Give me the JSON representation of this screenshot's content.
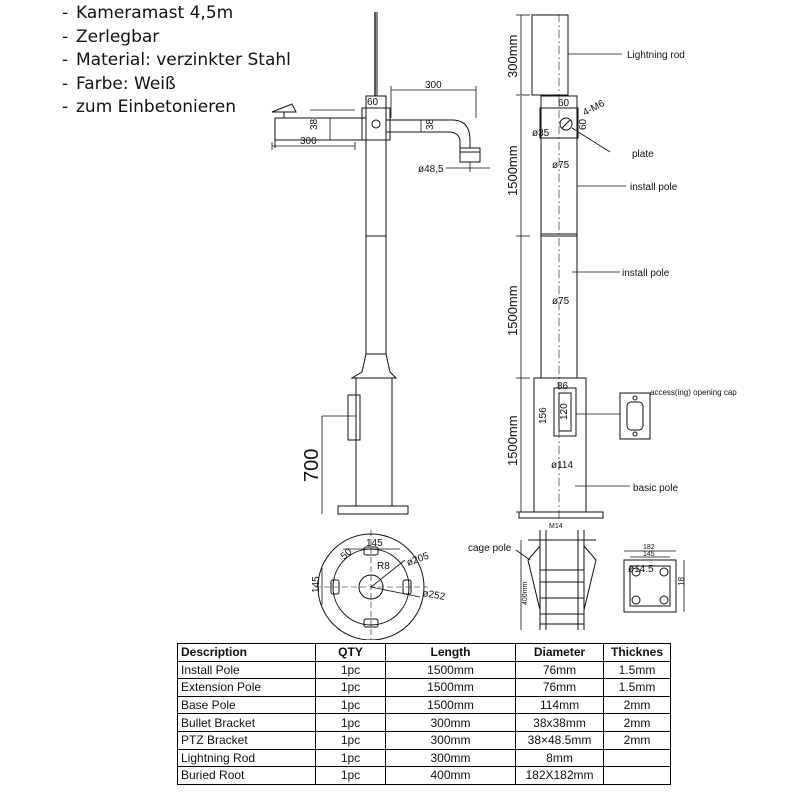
{
  "bullets": [
    "Kameramast 4,5m",
    "Zerlegbar",
    "Material: verzinkter Stahl",
    "Farbe: Weiß",
    "zum Einbetonieren"
  ],
  "side_view": {
    "bullet_arm_length": "300",
    "bullet_arm_size": "38",
    "ptz_arm_length": "300",
    "plate_size": "60",
    "ptz_tube": "38",
    "ptz_outer": "ø48,5",
    "base_height": "700"
  },
  "front_view": {
    "rod_height": "300mm",
    "plate_size": "60",
    "plate_side": "60",
    "bolts": "4-M6",
    "hole": "ø35",
    "seg1_length": "1500mm",
    "seg1_diameter": "ø75",
    "seg2_length": "1500mm",
    "seg2_diameter": "ø75",
    "seg3_length": "1500mm",
    "door_width": "86",
    "door_height": "156",
    "door_inner": "120",
    "base_diameter": "ø114",
    "callouts": {
      "lightning_rod": "Lightning rod",
      "plate": "plate",
      "install_pole_1": "install pole",
      "install_pole_2": "install pole",
      "access_cap": "access(ing) opening cap",
      "basic_pole": "basic pole"
    }
  },
  "flange": {
    "top": "145",
    "angle": "50",
    "radius": "R8",
    "inner": "ø205",
    "side": "145",
    "outer": "ø252"
  },
  "cage": {
    "label": "cage pole",
    "bolt": "M14",
    "height": "400mm"
  },
  "root_plate": {
    "outer": "182",
    "inner": "145",
    "hole": "ø14.5",
    "offset": "18"
  },
  "table": {
    "headers": [
      "Description",
      "QTY",
      "Length",
      "Diameter",
      "Thicknes"
    ],
    "rows": [
      [
        "Install Pole",
        "1pc",
        "1500mm",
        "76mm",
        "1.5mm"
      ],
      [
        "Extension Pole",
        "1pc",
        "1500mm",
        "76mm",
        "1.5mm"
      ],
      [
        "Base Pole",
        "1pc",
        "1500mm",
        "114mm",
        "2mm"
      ],
      [
        "Bullet Bracket",
        "1pc",
        "300mm",
        "38x38mm",
        "2mm"
      ],
      [
        "PTZ Bracket",
        "1pc",
        "300mm",
        "38×48.5mm",
        "2mm"
      ],
      [
        "Lightning Rod",
        "1pc",
        "300mm",
        "8mm",
        ""
      ],
      [
        "Buried Root",
        "1pc",
        "400mm",
        "182X182mm",
        ""
      ]
    ]
  }
}
